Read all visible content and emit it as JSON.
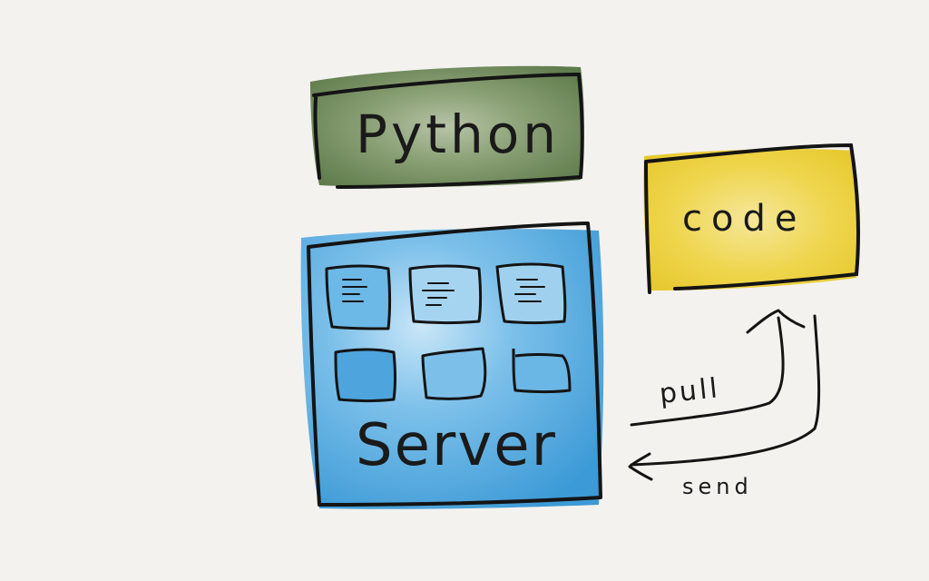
{
  "diagram": {
    "labels": {
      "python": "Python",
      "server": "Server",
      "code": "code",
      "pull": "pull",
      "send": "send"
    },
    "colors": {
      "background": "#f3f2ef",
      "python_fill": "#6e8a58",
      "python_fill_light": "#9fb28c",
      "server_fill": "#4fa8de",
      "server_fill_light": "#b6dcf3",
      "code_fill": "#ecd23d",
      "code_fill_light": "#f3e48a",
      "ink": "#141414"
    },
    "server_tiles": [
      {
        "lines": 4
      },
      {
        "lines": 4
      },
      {
        "lines": 4
      },
      {
        "lines": 0
      },
      {
        "lines": 0
      },
      {
        "lines": 0
      }
    ]
  }
}
